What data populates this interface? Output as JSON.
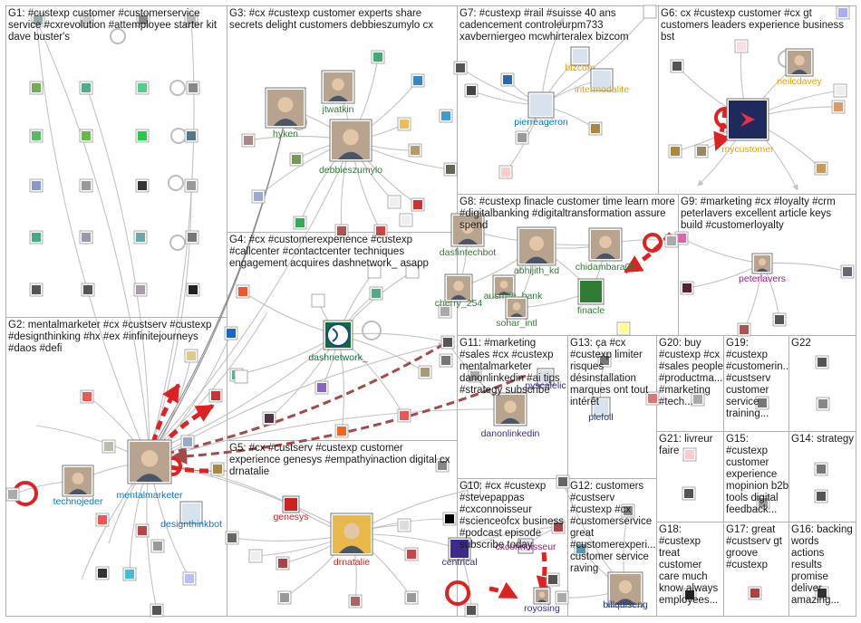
{
  "panels": [
    {
      "id": "G1",
      "title": "G1: #custexp customer #customerservice service #cxrevolution #attemployee starter kit dave buster's"
    },
    {
      "id": "G3",
      "title": "G3: #cx #custexp customer experts share secrets delight customers debbieszumylo cx"
    },
    {
      "id": "G7",
      "title": "G7: #custexp #rail #suisse 40 ans cadencement controleurpm733 xavberniergeo mcwhirteralex bizcom"
    },
    {
      "id": "G6",
      "title": "G6: cx #custexp customer #cx gt customers leaders experience business bst"
    },
    {
      "id": "G8",
      "title": "G8: #custexp finacle customer time learn more #digitalbanking #digitaltransformation assure spend"
    },
    {
      "id": "G9",
      "title": "G9: #marketing #cx #loyalty #crm peterlavers excellent article keys build #customerloyalty"
    },
    {
      "id": "G4",
      "title": "G4: #cx #customerexperience #custexp #callcenter #contactcenter techniques engagement acquires dashnetwork_ asapp"
    },
    {
      "id": "G2",
      "title": "G2: mentalmarketer #cx #custserv #custexp #designthinking #hx #ex #infinitejourneys #daos #defi"
    },
    {
      "id": "G11",
      "title": "G11: #marketing #sales #cx #custexp mentalmarketer danonlinkedin #ai tips #strategy subscribe"
    },
    {
      "id": "G13",
      "title": "G13: ça #cx #custexp limiter risques désinstallation marques ont tout intérêt"
    },
    {
      "id": "G20",
      "title": "G20: buy #custexp #cx #sales people #productma... #marketing #tech..."
    },
    {
      "id": "G19",
      "title": "G19: #custexp #customerin... #custserv customer service training..."
    },
    {
      "id": "G22",
      "title": "G22"
    },
    {
      "id": "G5",
      "title": "G5: #cx #custserv #custexp customer experience genesys #empathyinaction digital cx drnatalie"
    },
    {
      "id": "G21",
      "title": "G21: livreur faire"
    },
    {
      "id": "G15",
      "title": "G15: #custexp customer experience mopinion b2b tools digital feedback..."
    },
    {
      "id": "G14",
      "title": "G14: strategy"
    },
    {
      "id": "G10",
      "title": "G10: #cx #custexp #stevepappas #cxconnoisseur #scienceofcx business #podcast episode subscribe today"
    },
    {
      "id": "G12",
      "title": "G12: customers #custserv #custexp #cx #customerservice great #customerexperi... customer service raving"
    },
    {
      "id": "G18",
      "title": "G18: #custexp treat customer care much know always employees..."
    },
    {
      "id": "G17",
      "title": "G17: great #custserv gt groove #custexp"
    },
    {
      "id": "G16",
      "title": "G16: backing words actions results promise deliver amazing..."
    }
  ],
  "nodes": [
    {
      "id": "hyken",
      "label": "hyken",
      "color": "#2e7d32",
      "kind": "photo"
    },
    {
      "id": "jtwatkin",
      "label": "jtwatkin",
      "color": "#2e7d32",
      "kind": "photo"
    },
    {
      "id": "debbieszumylo",
      "label": "debbieszumylo",
      "color": "#2e7d32",
      "kind": "photo"
    },
    {
      "id": "bizcom",
      "label": "bizcom",
      "color": "#e6a100",
      "kind": "icon"
    },
    {
      "id": "intermodalite",
      "label": "intermodalite",
      "color": "#e6a100",
      "kind": "icon"
    },
    {
      "id": "pierreageron",
      "label": "pierreageron",
      "color": "#0077cc",
      "kind": "icon"
    },
    {
      "id": "neilcdavey",
      "label": "neilcdavey",
      "color": "#e6a100",
      "kind": "photo"
    },
    {
      "id": "mycustomer",
      "label": "mycustomer",
      "color": "#e6a100",
      "kind": "logo"
    },
    {
      "id": "dasfintechbot",
      "label": "dasfintechbot",
      "color": "#2e7d32",
      "kind": "photo"
    },
    {
      "id": "abhijith_kd",
      "label": "abhijith_kd",
      "color": "#2e7d32",
      "kind": "photo"
    },
    {
      "id": "chidambara09",
      "label": "chidambara09",
      "color": "#2e7d32",
      "kind": "photo"
    },
    {
      "id": "cherry_254",
      "label": "cherry_254",
      "color": "#2e7d32",
      "kind": "photo"
    },
    {
      "id": "ausmile_bank",
      "label": "ausmile_bank",
      "color": "#2e7d32",
      "kind": "photo"
    },
    {
      "id": "sohar_intl",
      "label": "sohar_intl",
      "color": "#2e7d32",
      "kind": "photo"
    },
    {
      "id": "finacle",
      "label": "finacle",
      "color": "#2e7d32",
      "kind": "logo"
    },
    {
      "id": "peterlavers",
      "label": "peterlavers",
      "color": "#a6197a",
      "kind": "photo"
    },
    {
      "id": "dashnetwork_",
      "label": "dashnetwork_",
      "color": "#0d6e3a",
      "kind": "logo"
    },
    {
      "id": "mentalmarketer",
      "label": "mentalmarketer",
      "color": "#0077cc",
      "kind": "photo"
    },
    {
      "id": "technojeder",
      "label": "technojeder",
      "color": "#0077cc",
      "kind": "photo"
    },
    {
      "id": "designthinkbot",
      "label": "designthinkbot",
      "color": "#0077cc",
      "kind": "icon"
    },
    {
      "id": "danonlinkedin",
      "label": "danonlinkedin",
      "color": "#3d2a8a",
      "kind": "photo"
    },
    {
      "id": "pyscalelic",
      "label": "pyscalelic",
      "color": "#3d2a8a",
      "kind": "icon"
    },
    {
      "id": "plefoll",
      "label": "plefoll",
      "color": "#1b3a7a",
      "kind": "icon"
    },
    {
      "id": "genesys",
      "label": "genesys",
      "color": "#cc2222",
      "kind": "logo"
    },
    {
      "id": "drnatalie",
      "label": "drnatalie",
      "color": "#cc2222",
      "kind": "photo"
    },
    {
      "id": "centrical",
      "label": "centrical",
      "color": "#3d2a8a",
      "kind": "logo"
    },
    {
      "id": "cxconnoisseur",
      "label": "cxconnoisseur",
      "color": "#a6197a",
      "kind": "icon"
    },
    {
      "id": "royosing",
      "label": "royosing",
      "color": "#3d2a8a",
      "kind": "photo"
    },
    {
      "id": "billquiseng",
      "label": "billquiseng",
      "color": "#1b3a7a",
      "kind": "photo"
    }
  ],
  "colors": {
    "edge": "#bdbdbd",
    "edge_dark": "#8a8a8a",
    "edge_red": "#dd2222",
    "edge_brown": "#a34a4a",
    "panel_border": "#b0b0b0"
  }
}
